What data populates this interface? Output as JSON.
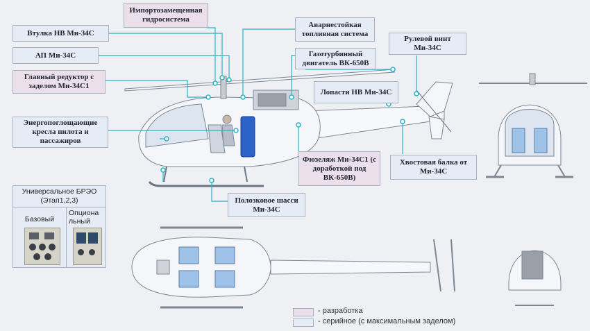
{
  "labels": {
    "hydraulics": "Импортозамещенная гидросистема",
    "crash_fuel": "Аварнестойкая топливная система",
    "hub": "Втулка НВ Ми-34С",
    "ap": "АП Ми-34С",
    "engine": "Газотурбинный двигатель ВК-650В",
    "tail_rotor": "Рулевой винт Ми-34С",
    "gearbox": "Главный редуктор с заделом Ми-34С1",
    "blades": "Лопасти НВ Ми-34С",
    "seats": "Энергопоглощающие кресла пилота и пассажиров",
    "fuselage": "Фюзеляж Ми-34С1 (с доработкой под ВК-650В)",
    "tailboom": "Хвостовая балка от Ми-34С",
    "skid": "Полозковое шасси Ми-34С"
  },
  "avionics": {
    "title": "Универсальное БРЭО (Этап1,2,3)",
    "base": "Базовый",
    "optional": "Опциональный"
  },
  "legend": {
    "development": "- разработка",
    "serial": "- серийное (с максимальным заделом)"
  },
  "colors": {
    "line": "#2ab3c4",
    "serial_fill": "#e6ecf5",
    "development_fill": "#eadfeb",
    "fuel_tank": "#2d62c8"
  }
}
